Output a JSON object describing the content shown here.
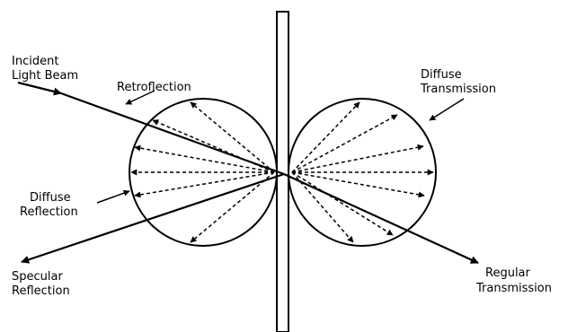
{
  "diagram": {
    "labels": {
      "incident_1": "Incident",
      "incident_2": "Light Beam",
      "retroflection": "Retroflection",
      "diffuse_reflection_1": "Diffuse",
      "diffuse_reflection_2": "Reflection",
      "specular_reflection_1": "Specular",
      "specular_reflection_2": "Reflection",
      "diffuse_transmission_1": "Diffuse",
      "diffuse_transmission_2": "Transmission",
      "regular_transmission_1": "Regular",
      "regular_transmission_2": "Transmission"
    },
    "colors": {
      "line": "#000000",
      "background": "#ffffff"
    }
  }
}
